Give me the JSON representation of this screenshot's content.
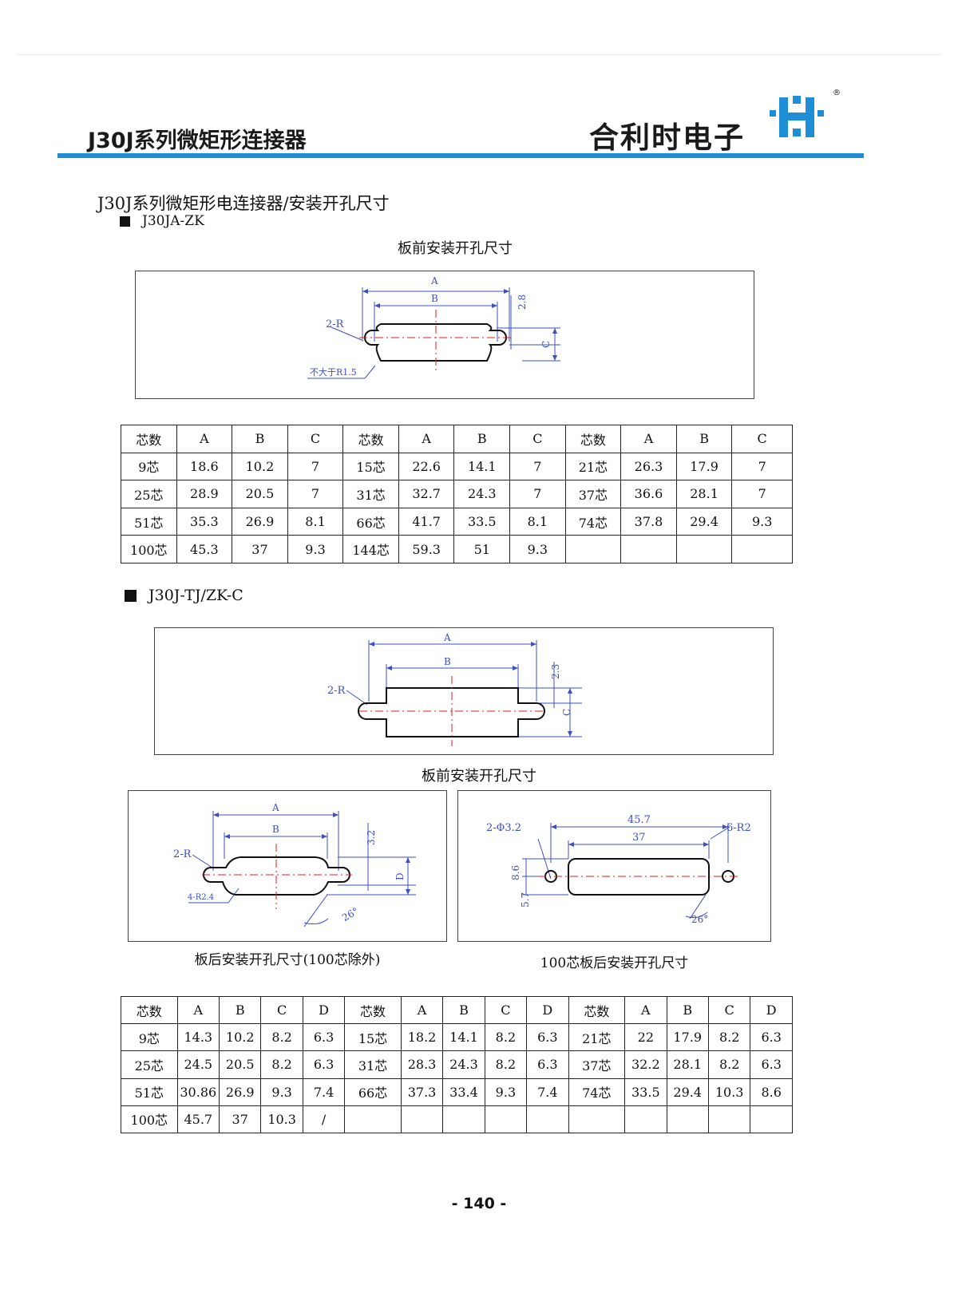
{
  "header": {
    "series_title": "J30J系列微矩形连接器",
    "company": "合利时电子",
    "registered": "®",
    "brand_color": "#1e8fd6",
    "logo_icon": "H-logo-icon"
  },
  "section_title": "J30J系列微矩形电连接器/安装开孔尺寸",
  "section1": {
    "label": "J30JA-ZK",
    "caption": "板前安装开孔尺寸",
    "figure_labels": {
      "a": "A",
      "b": "B",
      "c": "C",
      "dim_top": "2.8",
      "radius": "2-R",
      "note": "不大于R1.5"
    },
    "table": {
      "rows": [
        [
          "芯数",
          "A",
          "B",
          "C",
          "芯数",
          "A",
          "B",
          "C",
          "芯数",
          "A",
          "B",
          "C"
        ],
        [
          "9芯",
          "18.6",
          "10.2",
          "7",
          "15芯",
          "22.6",
          "14.1",
          "7",
          "21芯",
          "26.3",
          "17.9",
          "7"
        ],
        [
          "25芯",
          "28.9",
          "20.5",
          "7",
          "31芯",
          "32.7",
          "24.3",
          "7",
          "37芯",
          "36.6",
          "28.1",
          "7"
        ],
        [
          "51芯",
          "35.3",
          "26.9",
          "8.1",
          "66芯",
          "41.7",
          "33.5",
          "8.1",
          "74芯",
          "37.8",
          "29.4",
          "9.3"
        ],
        [
          "100芯",
          "45.3",
          "37",
          "9.3",
          "144芯",
          "59.3",
          "51",
          "9.3",
          "",
          "",
          "",
          ""
        ]
      ]
    }
  },
  "section2": {
    "label": "J30J-TJ/ZK-C",
    "fig_front": {
      "caption": "板前安装开孔尺寸",
      "a": "A",
      "b": "B",
      "c": "C",
      "dim_top": "2.3",
      "radius": "2-R"
    },
    "fig_rear": {
      "caption": "板后安装开孔尺寸(100芯除外)",
      "a": "A",
      "b": "B",
      "d": "D",
      "dim_top": "3.2",
      "radius": "2-R",
      "corner": "4-R2.4",
      "angle": "26°"
    },
    "fig_100": {
      "caption": "100芯板后安装开孔尺寸",
      "hole": "2-Φ3.2",
      "w1": "45.7",
      "w2": "37",
      "radius": "6-R2",
      "h1": "8.6",
      "h2": "5.7",
      "angle": "26°"
    },
    "table": {
      "rows": [
        [
          "芯数",
          "A",
          "B",
          "C",
          "D",
          "芯数",
          "A",
          "B",
          "C",
          "D",
          "芯数",
          "A",
          "B",
          "C",
          "D"
        ],
        [
          "9芯",
          "14.3",
          "10.2",
          "8.2",
          "6.3",
          "15芯",
          "18.2",
          "14.1",
          "8.2",
          "6.3",
          "21芯",
          "22",
          "17.9",
          "8.2",
          "6.3"
        ],
        [
          "25芯",
          "24.5",
          "20.5",
          "8.2",
          "6.3",
          "31芯",
          "28.3",
          "24.3",
          "8.2",
          "6.3",
          "37芯",
          "32.2",
          "28.1",
          "8.2",
          "6.3"
        ],
        [
          "51芯",
          "30.86",
          "26.9",
          "9.3",
          "7.4",
          "66芯",
          "37.3",
          "33.4",
          "9.3",
          "7.4",
          "74芯",
          "33.5",
          "29.4",
          "10.3",
          "8.6"
        ],
        [
          "100芯",
          "45.7",
          "37",
          "10.3",
          "/",
          "",
          "",
          "",
          "",
          "",
          "",
          "",
          "",
          "",
          ""
        ]
      ]
    }
  },
  "page_number": "- 140 -",
  "colors": {
    "dimension": "#3b4fc4",
    "centerline": "#e21b1b",
    "outline": "#111111"
  }
}
